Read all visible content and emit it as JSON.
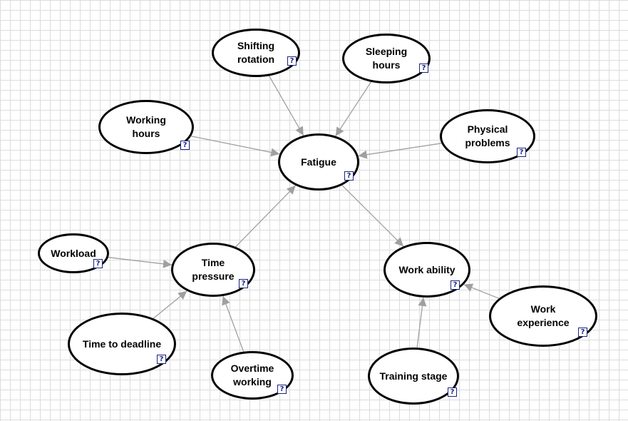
{
  "diagram": {
    "nodes": [
      {
        "id": "shifting",
        "label": "Shifting\nrotation",
        "icon": "question-icon"
      },
      {
        "id": "sleeping",
        "label": "Sleeping\nhours",
        "icon": "question-icon"
      },
      {
        "id": "working",
        "label": "Working\nhours",
        "icon": "question-icon"
      },
      {
        "id": "physical",
        "label": "Physical\nproblems",
        "icon": "question-icon"
      },
      {
        "id": "fatigue",
        "label": "Fatigue",
        "icon": "question-icon"
      },
      {
        "id": "workload",
        "label": "Workload",
        "icon": "question-icon"
      },
      {
        "id": "time_pressure",
        "label": "Time\npressure",
        "icon": "question-icon"
      },
      {
        "id": "work_ability",
        "label": "Work ability",
        "icon": "question-icon"
      },
      {
        "id": "work_experience",
        "label": "Work\nexperience",
        "icon": "question-icon"
      },
      {
        "id": "time_deadline",
        "label": "Time to deadline",
        "icon": "question-icon"
      },
      {
        "id": "overtime",
        "label": "Overtime\nworking",
        "icon": "question-icon"
      },
      {
        "id": "training",
        "label": "Training stage",
        "icon": "question-icon"
      }
    ],
    "edges": [
      {
        "from": "shifting",
        "to": "fatigue"
      },
      {
        "from": "sleeping",
        "to": "fatigue"
      },
      {
        "from": "working",
        "to": "fatigue"
      },
      {
        "from": "physical",
        "to": "fatigue"
      },
      {
        "from": "time_pressure",
        "to": "fatigue"
      },
      {
        "from": "fatigue",
        "to": "work_ability"
      },
      {
        "from": "workload",
        "to": "time_pressure"
      },
      {
        "from": "time_deadline",
        "to": "time_pressure"
      },
      {
        "from": "overtime",
        "to": "time_pressure"
      },
      {
        "from": "work_experience",
        "to": "work_ability"
      },
      {
        "from": "training",
        "to": "work_ability"
      }
    ],
    "colors": {
      "edge": "#a0a0a0",
      "node_border": "#000000",
      "icon": "#1a237e",
      "grid": "#dcdcdc"
    }
  }
}
